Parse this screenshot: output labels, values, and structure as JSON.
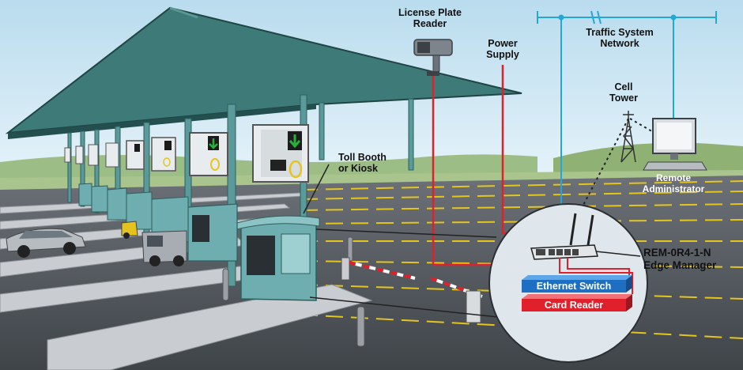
{
  "labels": {
    "license_plate_reader": [
      "License Plate",
      "Reader"
    ],
    "power_supply": [
      "Power",
      "Supply"
    ],
    "traffic_network": [
      "Traffic System",
      "Network"
    ],
    "cell_tower": [
      "Cell",
      "Tower"
    ],
    "toll_booth": [
      "Toll Booth",
      "or Kiosk"
    ],
    "remote_admin": [
      "Remote",
      "Administrator"
    ],
    "edge_manager": [
      "REM-0R4-1-N",
      "Edge Manager"
    ],
    "ethernet_switch": "Ethernet Switch",
    "card_reader": "Card Reader"
  },
  "colors": {
    "sky": "#cfe6f2",
    "canopy": "#3d7a78",
    "booth": "#6faeb0",
    "power_line": "#e0212b",
    "network_line": "#22a7d8",
    "ethernet_bar": "#1e6fc2",
    "card_bar": "#e0212b"
  }
}
